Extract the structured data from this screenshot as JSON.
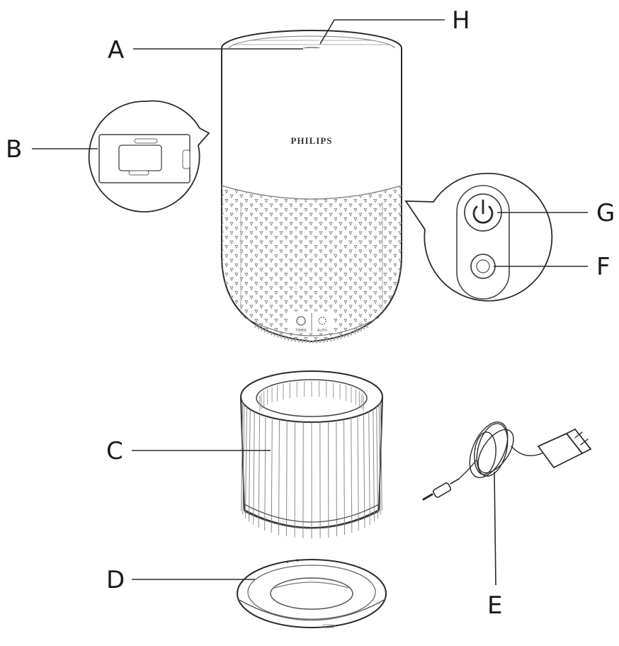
{
  "brand": "PHILIPS",
  "panel_captions": {
    "left": "TIMER",
    "right": "AUTO"
  },
  "labels": {
    "A": "A",
    "B": "B",
    "C": "C",
    "D": "D",
    "E": "E",
    "F": "F",
    "G": "G",
    "H": "H"
  },
  "colors": {
    "line": "#2b2b2b",
    "detail": "#8a8a8a",
    "light": "#bdbdbd"
  }
}
